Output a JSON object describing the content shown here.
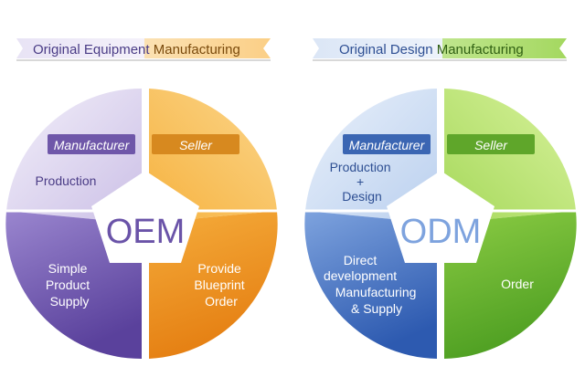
{
  "oem": {
    "banner_left": "Original Equipment",
    "banner_right": " Manufacturing",
    "manufacturer_tag": "Manufacturer",
    "seller_tag": "Seller",
    "center_label": "OEM",
    "production": "Production",
    "simple_product_supply": [
      "Simple",
      "Product",
      "Supply"
    ],
    "provide_blueprint_order": [
      "Provide",
      "Blueprint",
      "Order"
    ]
  },
  "odm": {
    "banner_left": "Original Design",
    "banner_right": " Manufacturing",
    "manufacturer_tag": "Manufacturer",
    "seller_tag": "Seller",
    "center_label": "ODM",
    "production_design": [
      "Production",
      "+",
      "Design"
    ],
    "direct_dev": [
      "Direct",
      "development",
      "Manufacturing",
      "& Supply"
    ],
    "order": "Order"
  },
  "colors": {
    "purple_dark": "#6a53a8",
    "purple_light": "#e3dcf1",
    "orange_dark": "#ef8c1f",
    "orange_light": "#fbd48f",
    "blue_dark": "#3566b8",
    "blue_light": "#dde8f7",
    "green_dark": "#5aab2a",
    "green_light": "#d3ef9b"
  }
}
